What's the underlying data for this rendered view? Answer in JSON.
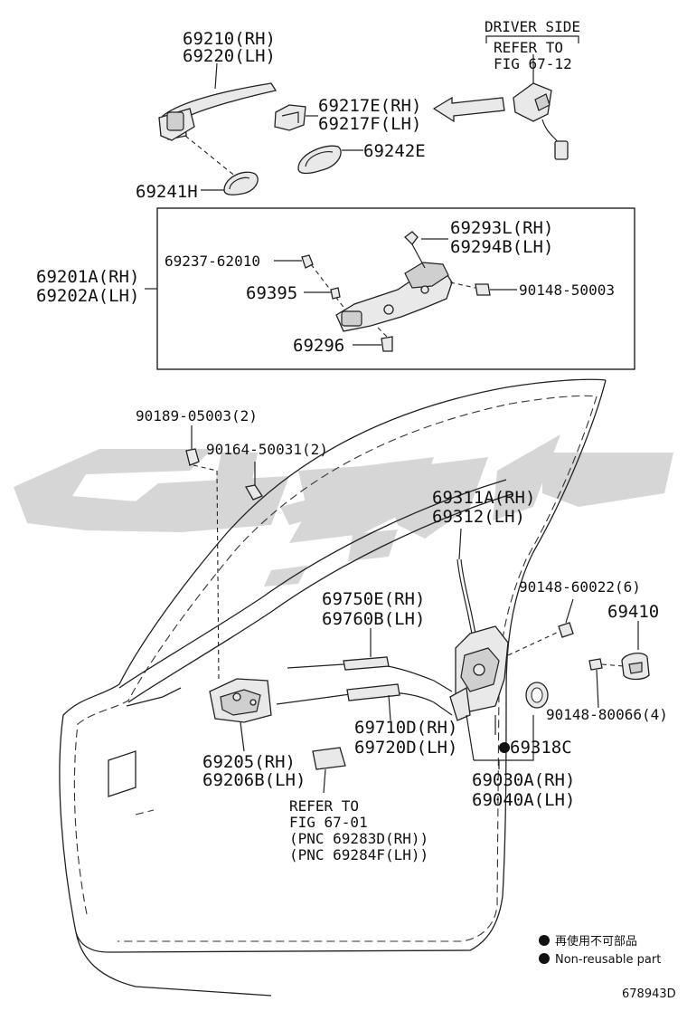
{
  "labels": {
    "handle": [
      "69210(RH)",
      "69220(LH)"
    ],
    "driver_side": "DRIVER SIDE",
    "refer_cyl": [
      "REFER TO",
      "FIG 67-12"
    ],
    "cyl_part": [
      "69217E(RH)",
      "69217F(LH)"
    ],
    "pad": "69242E",
    "gasket": "69241H",
    "frame_assy": [
      "69201A(RH)",
      "69202A(LH)"
    ],
    "spring": [
      "69293L(RH)",
      "69294B(LH)"
    ],
    "frame_clip": "69237-62010",
    "frame_bolt": "90148-50003",
    "frame_plug": "69395",
    "frame_screw": "69296",
    "bolt_top": "90189-05003(2)",
    "screw_top": "90164-50031(2)",
    "rod": [
      "69311A(RH)",
      "69312(LH)"
    ],
    "cable_upper": [
      "69750E(RH)",
      "69760B(LH)"
    ],
    "lock_screw": "90148-60022(6)",
    "striker": "69410",
    "striker_screw": "90148-80066(4)",
    "cable_lower": [
      "69710D(RH)",
      "69720D(LH)"
    ],
    "inner_handle": [
      "69205(RH)",
      "69206B(LH)"
    ],
    "refer_inner": [
      "REFER TO",
      "FIG 67-01",
      "(PNC 69283D(RH))",
      "(PNC 69284F(LH))"
    ],
    "seal": "69318C",
    "lock_assy": [
      "69030A(RH)",
      "69040A(LH)"
    ],
    "legend_jp": "再使用不可部品",
    "legend_en": "Non-reusable part",
    "figure_id": "678943D"
  },
  "colors": {
    "line": "#222222",
    "watermark": "#d4d4d4",
    "part_fill": "#e9e9e9"
  }
}
